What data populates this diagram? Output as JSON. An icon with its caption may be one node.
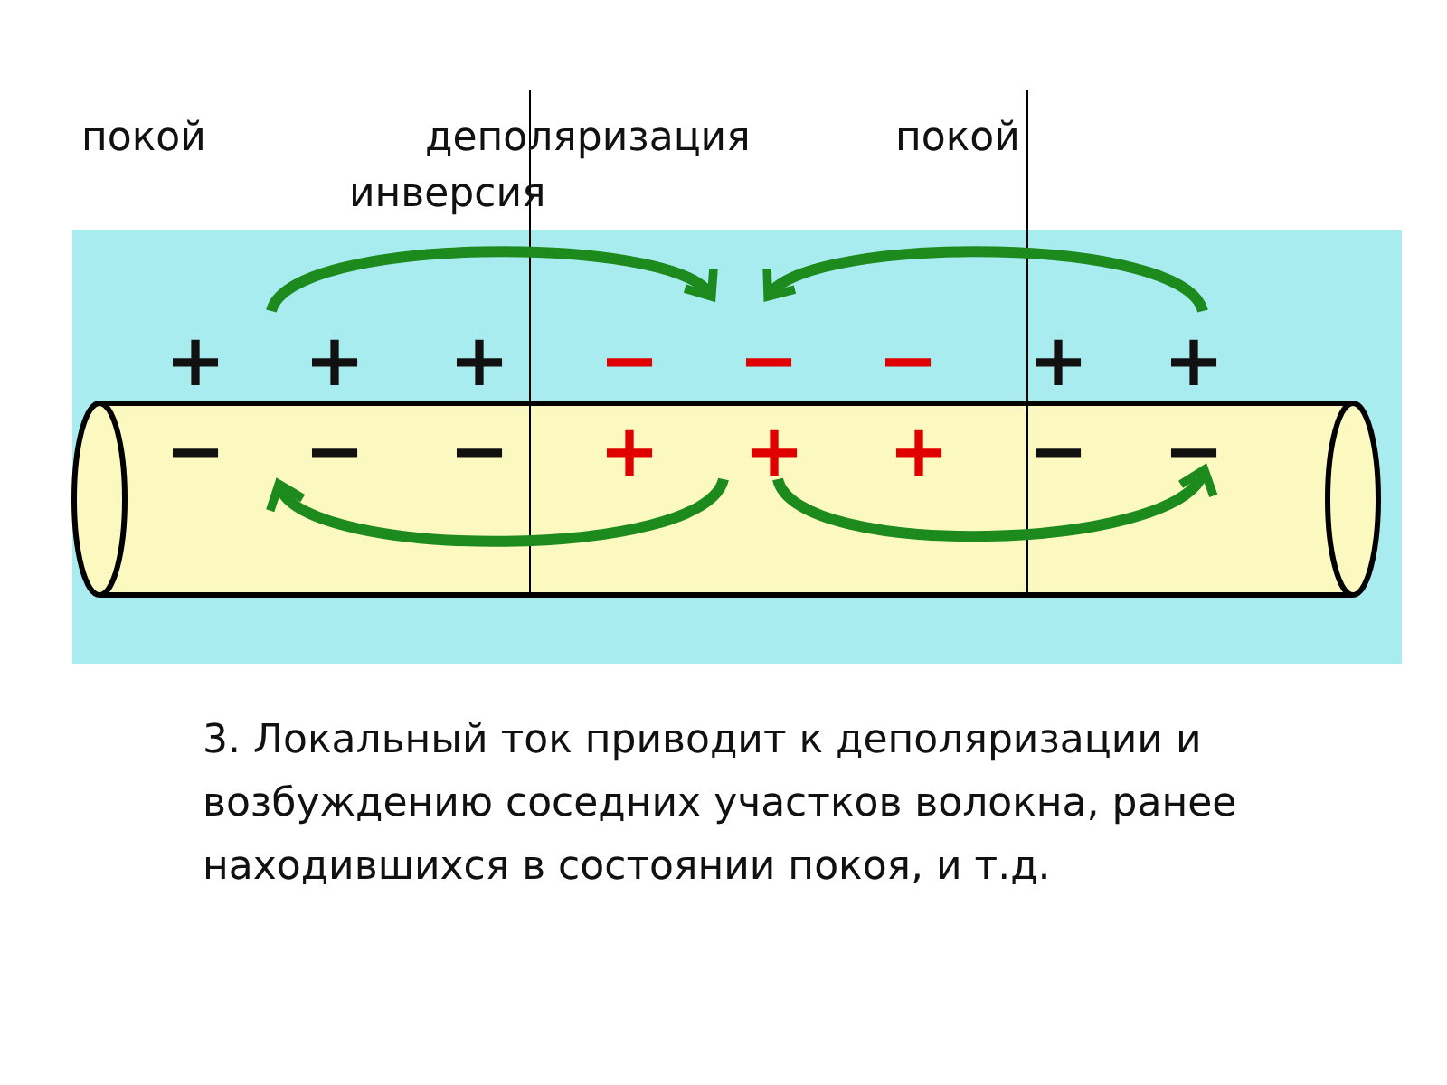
{
  "diagram": {
    "caption": "3. Локальный ток приводит к деполяризации и возбуждению соседних участков волокна, ранее находившихся в состоянии покоя, и т.д.",
    "labels": [
      "покой",
      "деполяризация",
      "покой",
      "инверсия",
      "+",
      "+",
      "+",
      "−",
      "−",
      "−",
      "+",
      "+",
      "−",
      "−",
      "−",
      "+",
      "+",
      "+",
      "−",
      "−"
    ]
  }
}
